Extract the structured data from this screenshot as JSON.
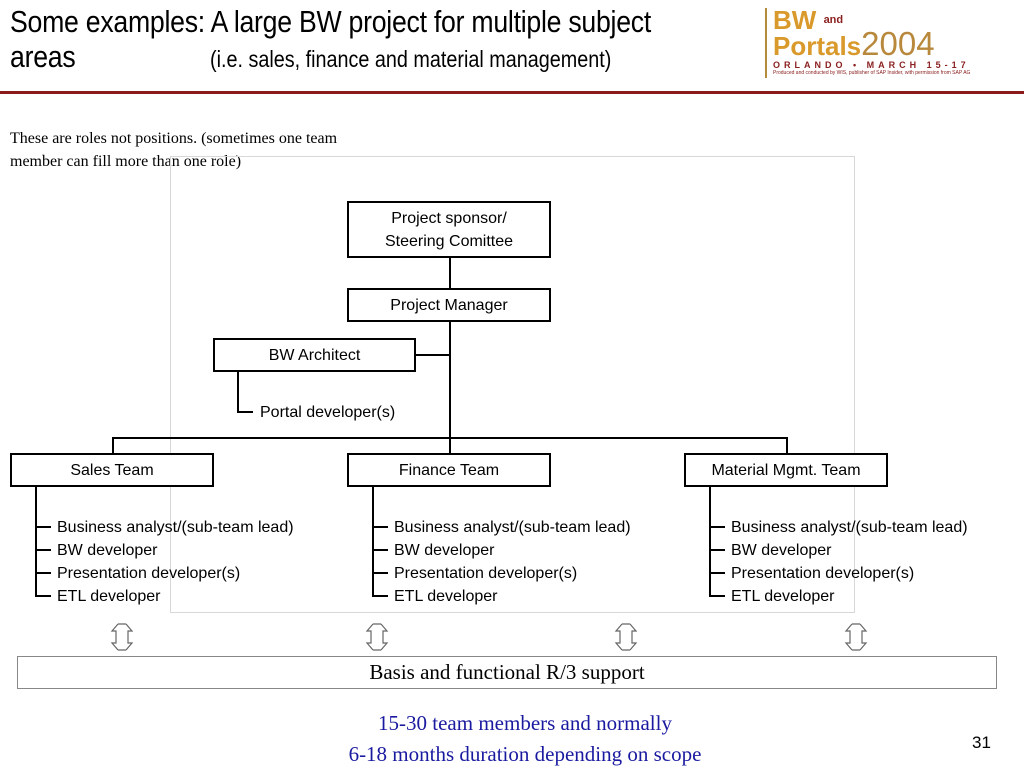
{
  "slide": {
    "title_main": "Some examples:  A large BW project for multiple subject areas",
    "title_sub": "(i.e. sales, finance and material management)",
    "note": "These are roles not positions. (sometimes one team member can fill more than one role)",
    "page_number": "31"
  },
  "logo": {
    "line1_bw": "BW",
    "line1_and": "and",
    "line2_portals": "Portals",
    "year": "2004",
    "location": "ORLANDO • MARCH 15-17",
    "credit": "Produced and conducted by WIS, publisher of SAP Insider, with permission from SAP AG"
  },
  "org": {
    "sponsor": "Project sponsor/ Steering Comittee",
    "manager": "Project Manager",
    "architect": "BW Architect",
    "portal_dev": "Portal developer(s)",
    "teams": [
      {
        "name": "Sales Team",
        "roles": [
          "Business analyst/(sub-team lead)",
          "BW developer",
          "Presentation developer(s)",
          "ETL developer"
        ]
      },
      {
        "name": "Finance Team",
        "roles": [
          "Business analyst/(sub-team lead)",
          "BW developer",
          "Presentation developer(s)",
          "ETL developer"
        ]
      },
      {
        "name": "Material Mgmt. Team",
        "roles": [
          "Business analyst/(sub-team lead)",
          "BW developer",
          "Presentation developer(s)",
          "ETL developer"
        ]
      }
    ]
  },
  "support": "Basis and functional R/3 support",
  "footer": {
    "line1": "15-30 team members and normally",
    "line2": "6-18 months duration depending on scope"
  },
  "colors": {
    "rule": "#8b1a1a",
    "footer_text": "#1a1aa0",
    "logo_gold": "#d99a2b"
  }
}
